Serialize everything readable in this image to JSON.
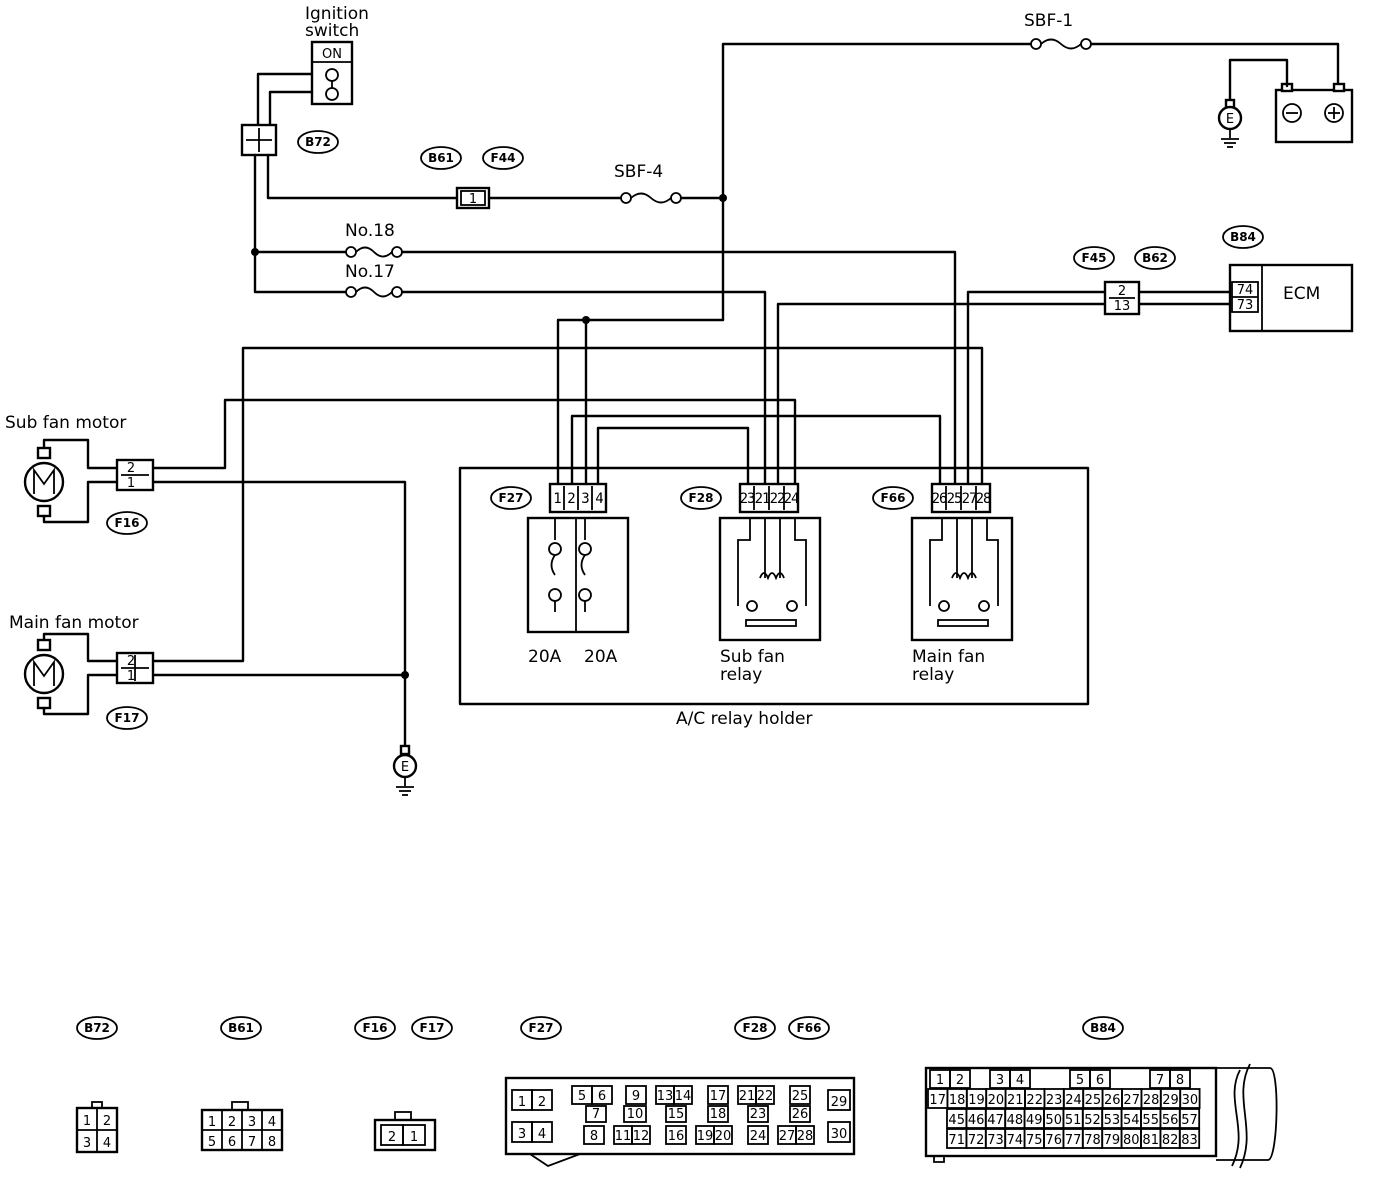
{
  "labels": {
    "ignition_switch_line1": "Ignition",
    "ignition_switch_line2": "switch",
    "ign_on": "ON",
    "sbf1": "SBF-1",
    "sbf4": "SBF-4",
    "fuse18": "No.18",
    "fuse17": "No.17",
    "ecm": "ECM",
    "sub_fan_motor": "Sub fan motor",
    "main_fan_motor": "Main fan motor",
    "fuse_a": "20A",
    "fuse_b": "20A",
    "sub_relay_1": "Sub fan",
    "sub_relay_2": "relay",
    "main_relay_1": "Main fan",
    "main_relay_2": "relay",
    "relay_holder": "A/C relay holder"
  },
  "tags": {
    "b72": "B72",
    "b61": "B61",
    "f44": "F44",
    "f45": "F45",
    "b62": "B62",
    "b84": "B84",
    "f16": "F16",
    "f17": "F17",
    "f27": "F27",
    "f28": "F28",
    "f66": "F66"
  },
  "pins": {
    "b61_pin": "1",
    "f45_top": "2",
    "f45_bot": "13",
    "ecm_top": "74",
    "ecm_bot": "73",
    "f16_top": "2",
    "f16_bot": "1",
    "f17_top": "2",
    "f17_bot": "1",
    "f27_1": "1",
    "f27_2": "2",
    "f27_3": "3",
    "f27_4": "4",
    "f28_1": "23",
    "f28_2": "21",
    "f28_3": "22",
    "f28_4": "24",
    "f66_1": "26",
    "f66_2": "25",
    "f66_3": "27",
    "f66_4": "28"
  },
  "connector_views": {
    "tags": [
      "B72",
      "B61",
      "F16",
      "F17",
      "F27",
      "F28",
      "F66",
      "B84"
    ],
    "b72": [
      "1",
      "2",
      "3",
      "4"
    ],
    "b61": [
      "1",
      "2",
      "3",
      "4",
      "5",
      "6",
      "7",
      "8"
    ],
    "f16f17": [
      "2",
      "1"
    ],
    "f27": [
      "1",
      "2",
      "3",
      "4",
      "5",
      "6",
      "7",
      "8",
      "9",
      "10",
      "11",
      "12",
      "13",
      "14",
      "15",
      "16",
      "17",
      "18",
      "19",
      "20",
      "21",
      "22",
      "23",
      "24",
      "25",
      "26",
      "27",
      "28",
      "29",
      "30"
    ],
    "b84_row1": [
      "1",
      "2",
      "3",
      "4",
      "5",
      "6",
      "7",
      "8"
    ],
    "b84_row2": [
      "17",
      "18",
      "19",
      "20",
      "21",
      "22",
      "23",
      "24",
      "25",
      "26",
      "27",
      "28",
      "29",
      "30"
    ],
    "b84_row3": [
      "45",
      "46",
      "47",
      "48",
      "49",
      "50",
      "51",
      "52",
      "53",
      "54",
      "55",
      "56",
      "57"
    ],
    "b84_row4": [
      "71",
      "72",
      "73",
      "74",
      "75",
      "76",
      "77",
      "78",
      "79",
      "80",
      "81",
      "82",
      "83"
    ]
  }
}
